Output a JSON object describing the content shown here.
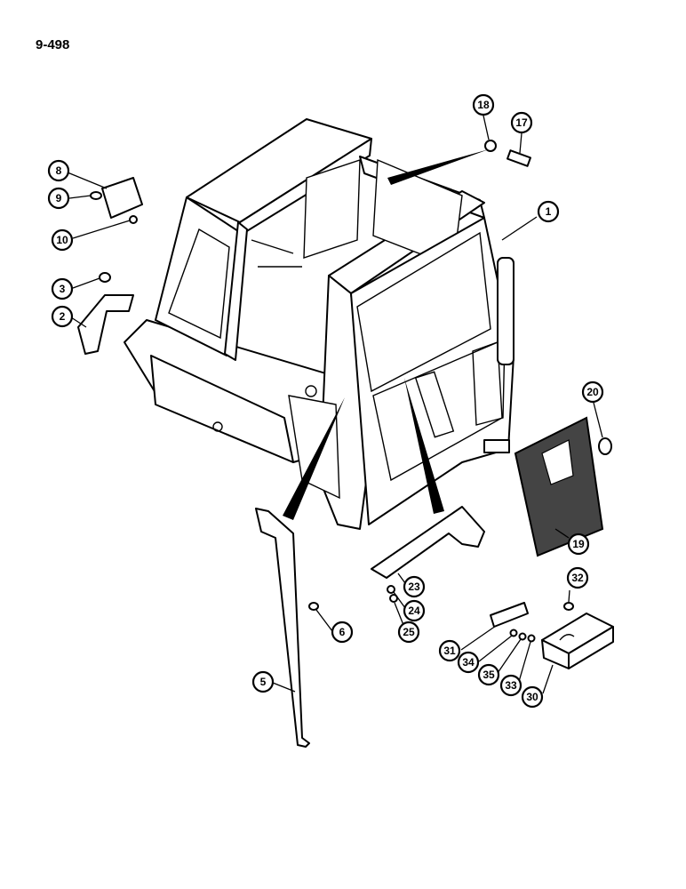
{
  "page_code": "9-498",
  "callouts": [
    {
      "number": "1"
    },
    {
      "number": "2"
    },
    {
      "number": "3"
    },
    {
      "number": "5"
    },
    {
      "number": "6"
    },
    {
      "number": "8"
    },
    {
      "number": "9"
    },
    {
      "number": "10"
    },
    {
      "number": "17"
    },
    {
      "number": "18"
    },
    {
      "number": "19"
    },
    {
      "number": "20"
    },
    {
      "number": "23"
    },
    {
      "number": "24"
    },
    {
      "number": "25"
    },
    {
      "number": "30"
    },
    {
      "number": "31"
    },
    {
      "number": "32"
    },
    {
      "number": "33"
    },
    {
      "number": "34"
    },
    {
      "number": "35"
    }
  ]
}
